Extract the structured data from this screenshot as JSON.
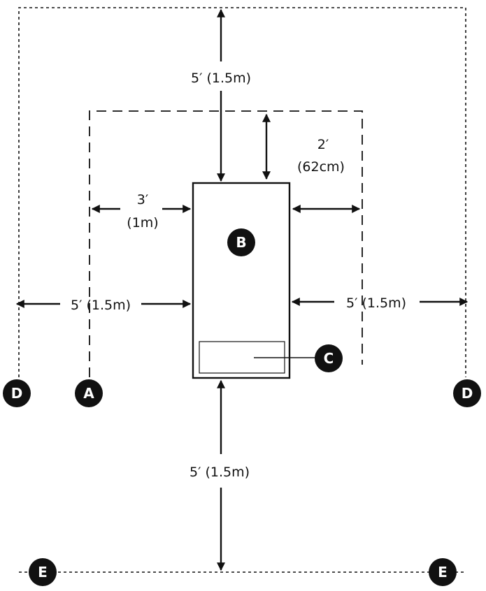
{
  "labels": {
    "top_clearance": "5′ (1.5m)",
    "rear_clearance_value": "2′",
    "rear_clearance_metric": "(62cm)",
    "side_clearance_value": "3′",
    "side_clearance_metric": "(1m)",
    "left_clearance": "5′ (1.5m)",
    "right_clearance": "5′ (1.5m)",
    "front_clearance": "5′ (1.5m)"
  },
  "markers": {
    "a": "A",
    "b": "B",
    "c": "C",
    "d_left": "D",
    "d_right": "D",
    "e_left": "E",
    "e_right": "E"
  },
  "colors": {
    "ink": "#111111",
    "marker_fill": "#111111",
    "marker_text": "#ffffff",
    "background": "#ffffff"
  }
}
